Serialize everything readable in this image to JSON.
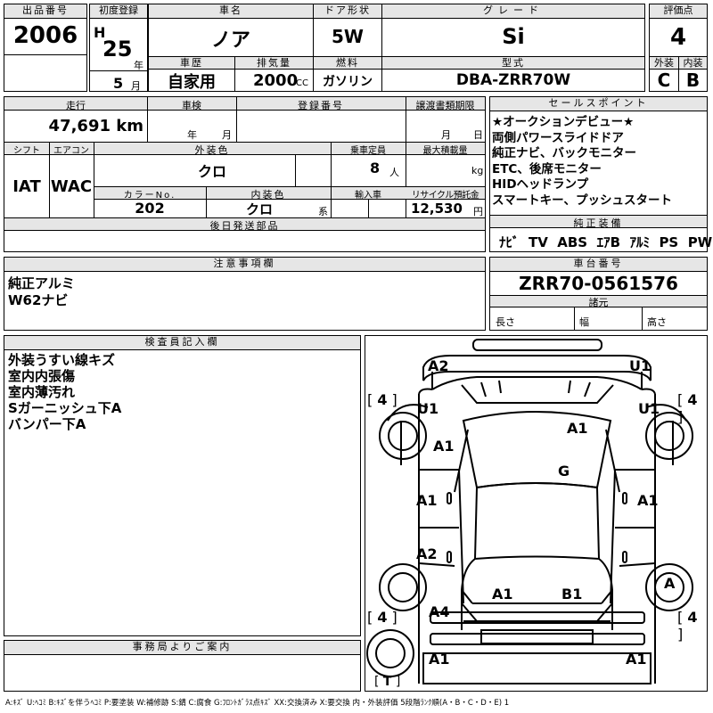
{
  "header": {
    "lot_label": "出品番号",
    "lot_no": "2006",
    "first_reg_label": "初度登録",
    "era": "H",
    "year": "25",
    "year_unit": "年",
    "month": "5",
    "month_unit": "月",
    "car_name_label": "車名",
    "car_name": "ノア",
    "door_label": "ドア形状",
    "door": "5W",
    "grade_label": "グレード",
    "grade": "Si",
    "score_label": "評価点",
    "score": "4",
    "history_label": "車歴",
    "history": "自家用",
    "displacement_label": "排気量",
    "displacement": "2000",
    "displacement_unit": "CC",
    "fuel_label": "燃料",
    "fuel": "ガソリン",
    "model_label": "型式",
    "model": "DBA-ZRR70W",
    "exterior_label": "外装",
    "exterior": "C",
    "interior_label": "内装",
    "interior": "B"
  },
  "row2": {
    "mileage_label": "走行",
    "mileage": "47,691 km",
    "inspection_label": "車検",
    "inspection_year": "年",
    "inspection_month": "月",
    "reg_no_label": "登録番号",
    "transfer_label": "譲渡書類期限",
    "transfer_month": "月",
    "transfer_day": "日",
    "shift_label": "シフト",
    "shift": "IAT",
    "ac_label": "エアコン",
    "ac": "WAC",
    "ext_color_label": "外装色",
    "ext_color": "クロ",
    "capacity_label": "乗車定員",
    "capacity": "8",
    "capacity_unit": "人",
    "max_load_label": "最大積載量",
    "max_load_unit": "kg",
    "color_no_label": "カラーNo.",
    "color_no": "202",
    "int_color_label": "内装色",
    "int_color": "クロ",
    "int_color_unit": "系",
    "import_label": "輸入車",
    "recycle_label": "リサイクル預託金",
    "recycle": "12,530",
    "recycle_unit": "円",
    "later_parts_label": "後日発送部品"
  },
  "sales": {
    "title": "セールスポイント",
    "lines": [
      "★オークションデビュー★",
      "両側パワースライドドア",
      "純正ナビ、バックモニター",
      "ETC、後席モニター",
      "HIDヘッドランプ",
      "スマートキー、プッシュスタート"
    ]
  },
  "equipment": {
    "title": "純正装備",
    "items": [
      "ﾅﾋﾞ",
      "TV",
      "ABS",
      "ｴｱB",
      "ｱﾙﾐ",
      "PS",
      "PW"
    ]
  },
  "notes": {
    "title": "注意事項欄",
    "lines": [
      "純正アルミ",
      "W62ナビ"
    ]
  },
  "chassis": {
    "title": "車台番号",
    "number": "ZRR70-0561576",
    "spec_title": "諸元",
    "length": "長さ",
    "width": "幅",
    "height": "高さ"
  },
  "inspector": {
    "title": "検査員記入欄",
    "lines": [
      "外装うすい線キズ",
      "室内内張傷",
      "室内薄汚れ",
      "Sガーニッシュ下A",
      "バンパー下A"
    ]
  },
  "office": {
    "title": "事務局よりご案内"
  },
  "diagram": {
    "marks": {
      "a2_front_left": "A2",
      "u1_front_right": "U1",
      "tire_fl": "4",
      "tire_fr": "4",
      "tire_rl": "4",
      "tire_rr": "4",
      "u1_fender_left": "U1",
      "u1_fender_right": "U1",
      "a1_fender_left": "A1",
      "a1_roof_front": "A1",
      "g_windshield": "G",
      "a1_door_left": "A1",
      "a1_door_right": "A1",
      "a2_rear_door_left": "A2",
      "a1_rear_left": "A1",
      "b1_rear_right": "B1",
      "a4_quarter_left": "A4",
      "a_wheel_rr": "A",
      "a1_bumper_left": "A1",
      "a1_bumper_right": "A1",
      "trunk": "T"
    }
  },
  "legend": "A:ｷｽﾞ U:ﾍｺﾐ B:ｷｽﾞを伴うﾍｺﾐ P:要塗装 W:補修跡 S:錆 C:腐食 G:ﾌﾛﾝﾄｶﾞﾗｽ点ｷｽﾞ XX:交換済み X:要交換 内・外装評価 5段階ﾗﾝｸ順(A・B・C・D・E) 1"
}
